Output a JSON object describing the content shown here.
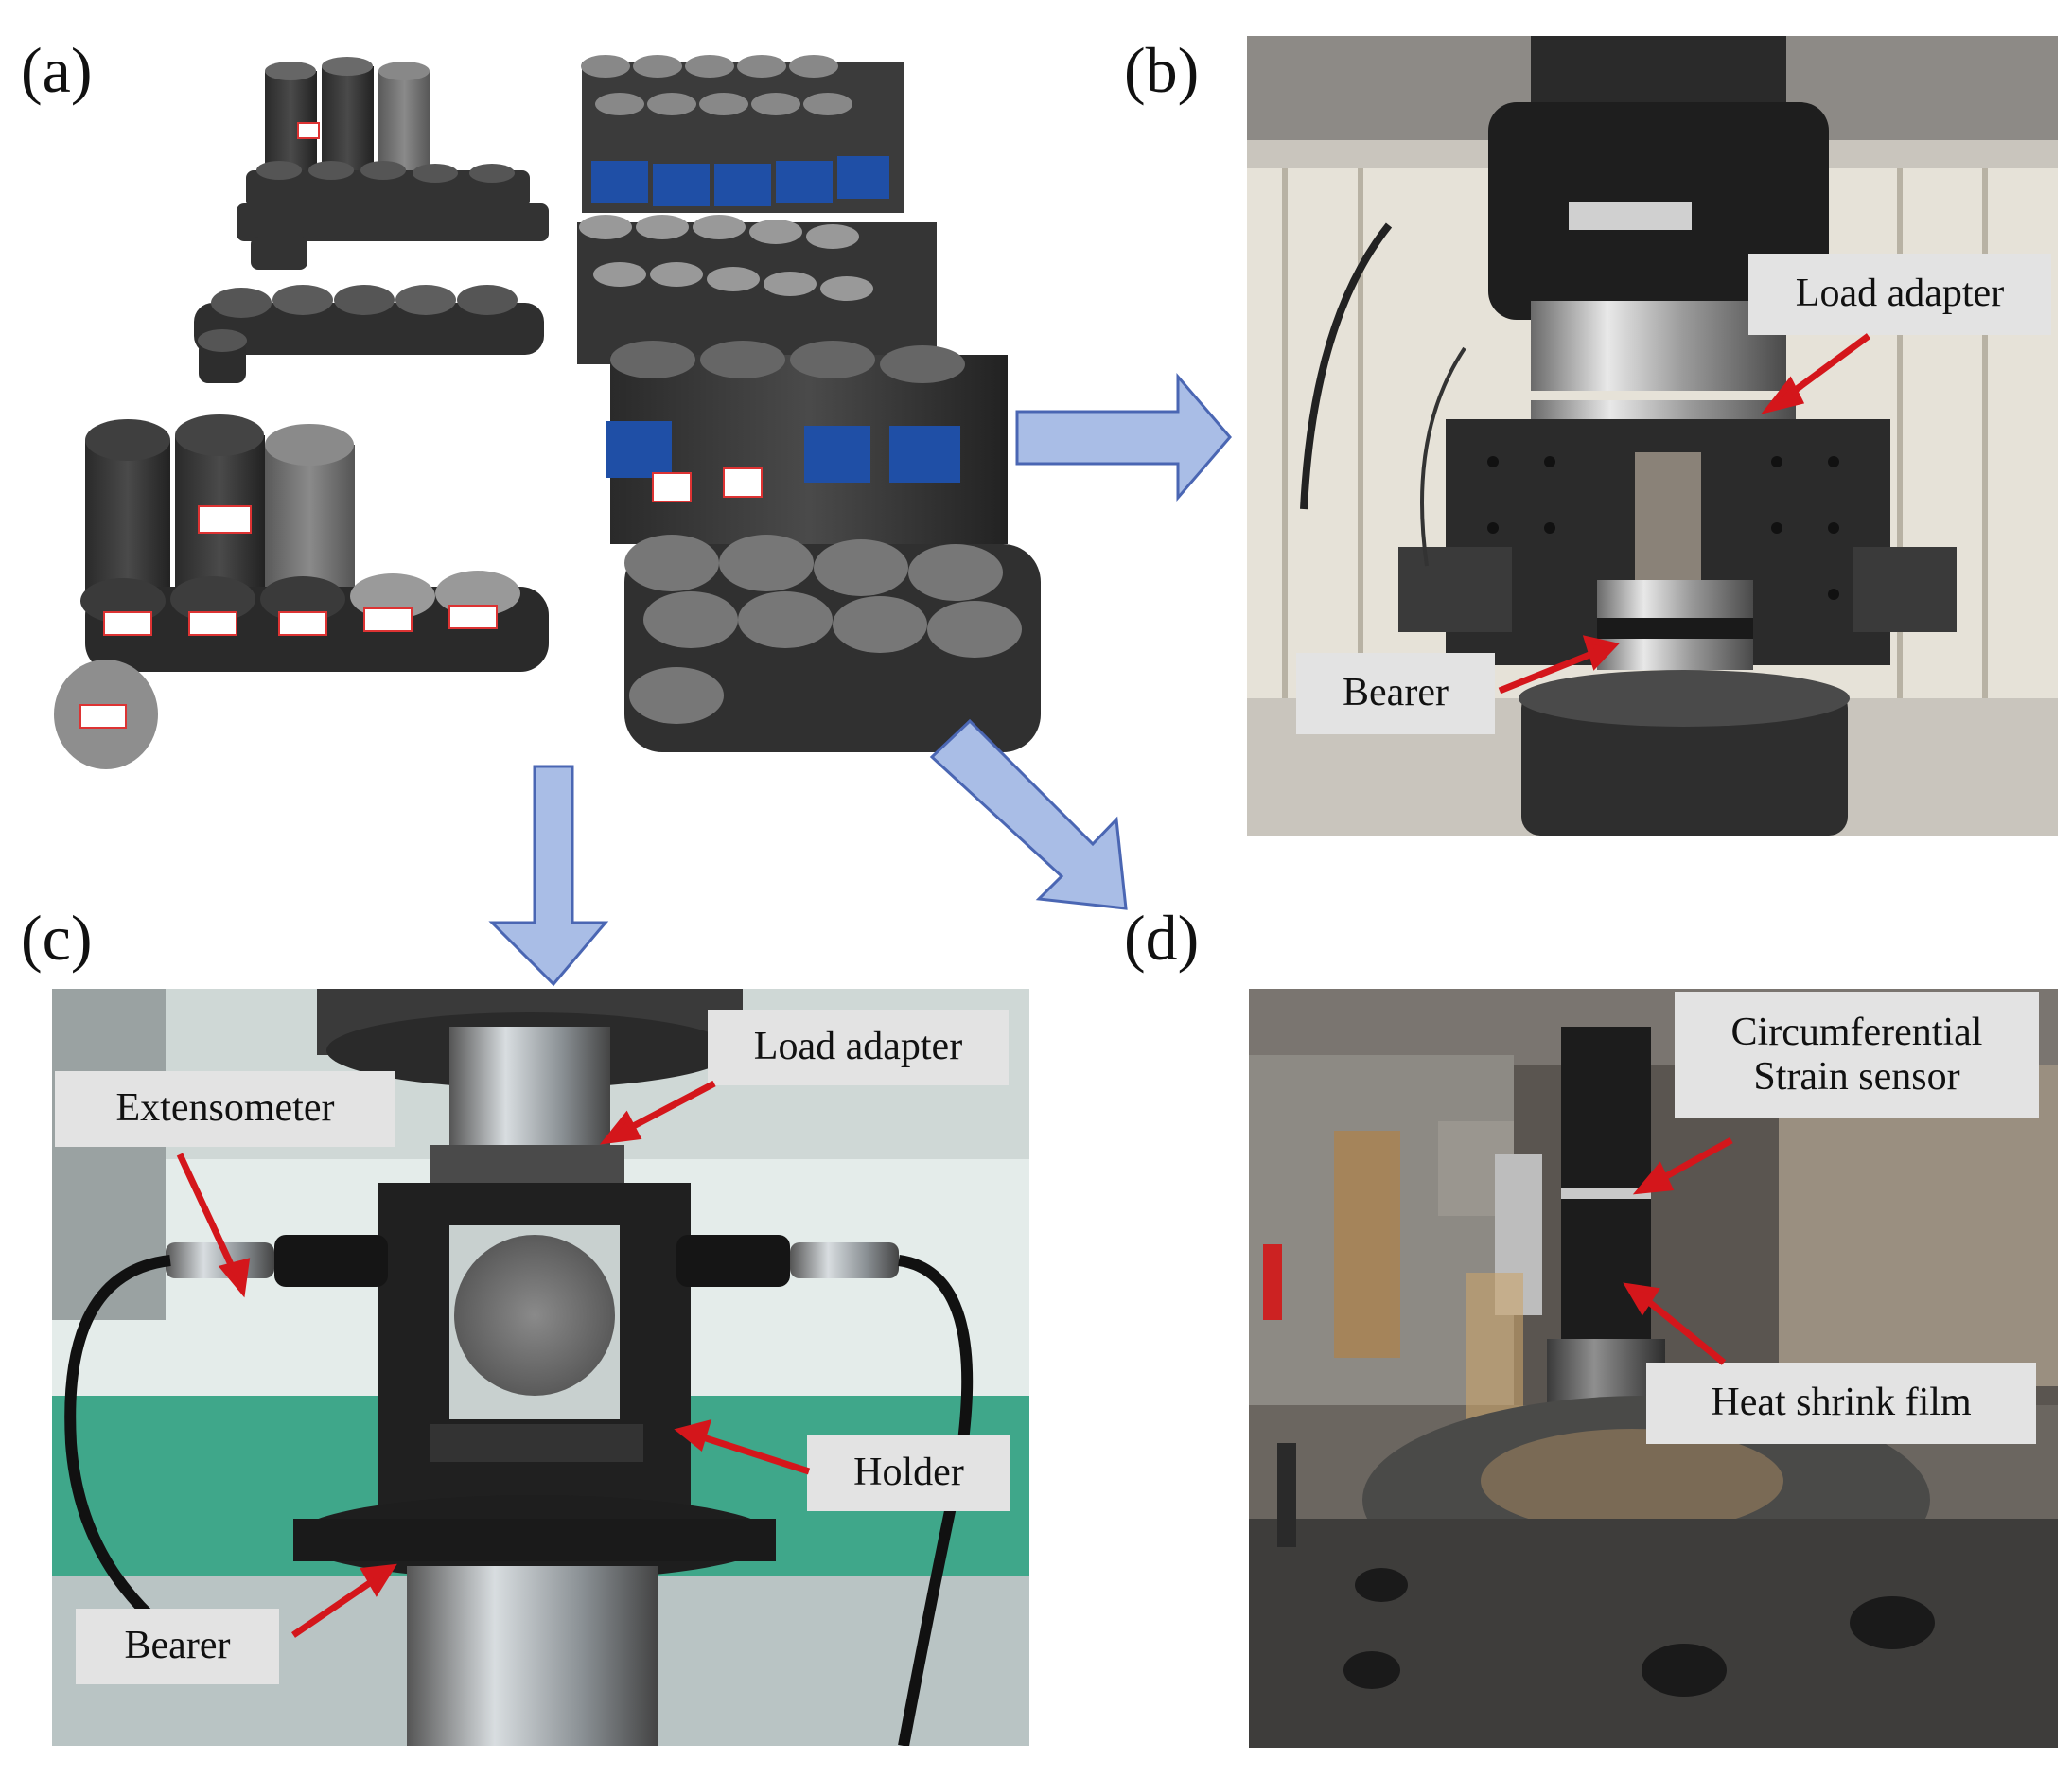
{
  "panels": {
    "a": {
      "letter": "(a)"
    },
    "b": {
      "letter": "(b)",
      "callouts": {
        "load_adapter": "Load adapter",
        "bearer": "Bearer"
      }
    },
    "c": {
      "letter": "(c)",
      "callouts": {
        "load_adapter": "Load adapter",
        "extensometer": "Extensometer",
        "holder": "Holder",
        "bearer": "Bearer"
      }
    },
    "d": {
      "letter": "(d)",
      "callouts": {
        "circumferential_line1": "Circumferential",
        "circumferential_line2": "Strain sensor",
        "heat_shrink": "Heat shrink film"
      }
    }
  },
  "colors": {
    "arrow_fill": "#a9bde6",
    "arrow_stroke": "#4a66b3",
    "pointer": "#d4161b",
    "callout_bg": "#e3e3e3"
  },
  "icons": [
    "flow-arrow-right-icon",
    "flow-arrow-down-icon",
    "flow-arrow-diagonal-icon",
    "pointer-arrow-icon"
  ]
}
